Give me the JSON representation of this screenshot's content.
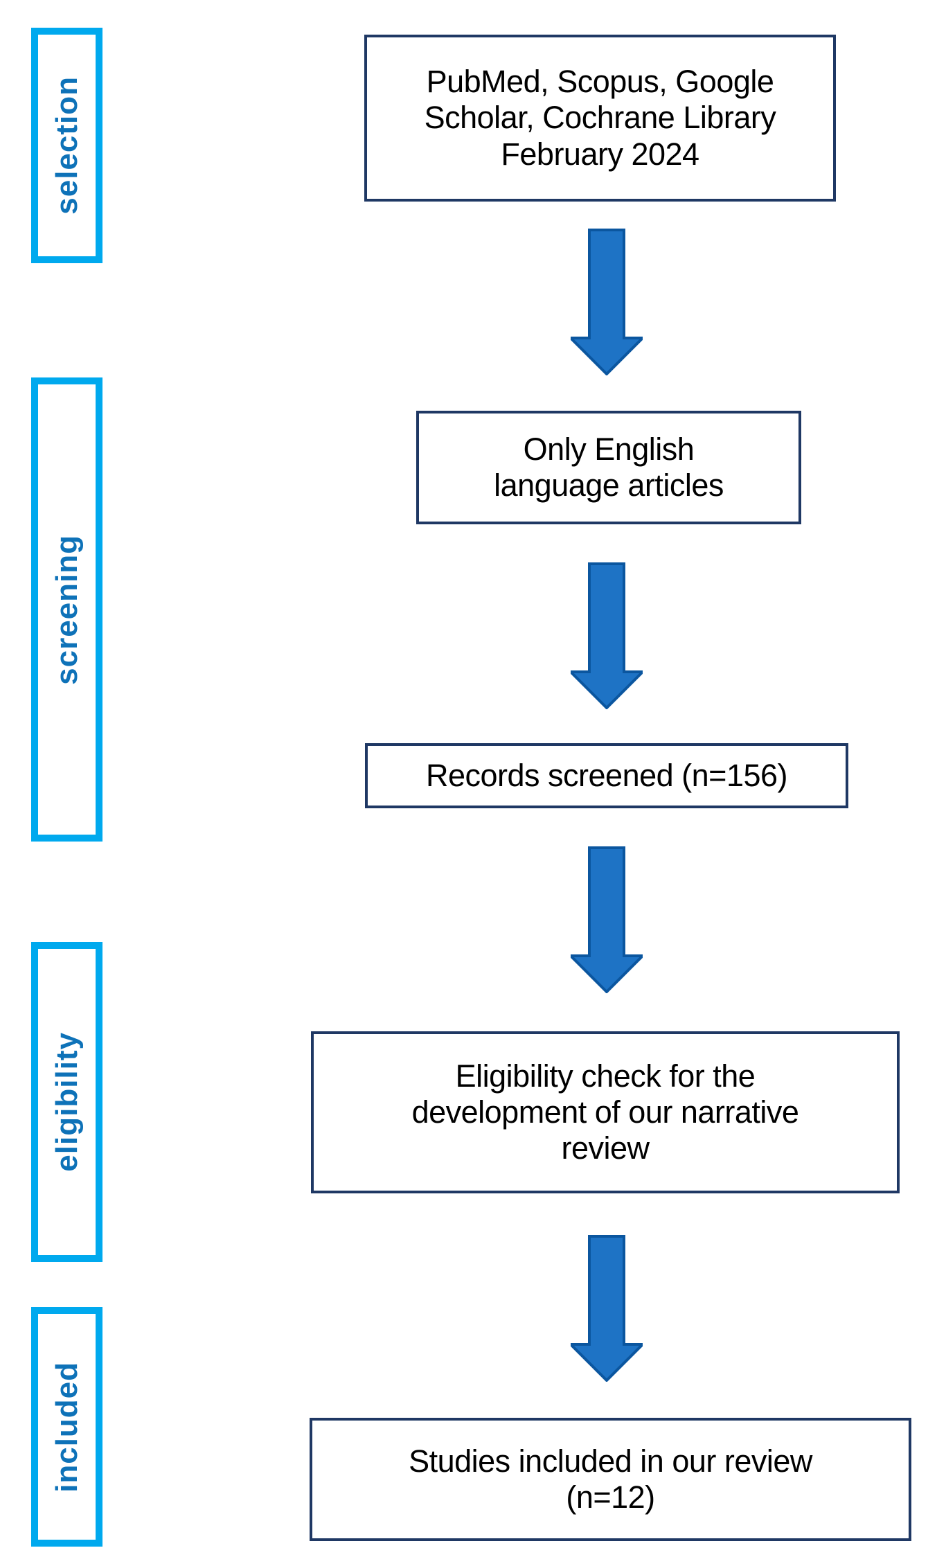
{
  "diagram": {
    "kind": "study-selection-flowchart"
  },
  "stage_labels": [
    {
      "label": "selection"
    },
    {
      "label": "screening"
    },
    {
      "label": "eligibility"
    },
    {
      "label": "included"
    }
  ],
  "flow_boxes": [
    {
      "lines": [
        "PubMed, Scopus, Google",
        "Scholar, Cochrane Library",
        "February 2024"
      ]
    },
    {
      "lines": [
        "Only English",
        "language articles"
      ]
    },
    {
      "lines": [
        "Records screened (n=156)"
      ],
      "n": 156
    },
    {
      "lines": [
        "Eligibility check for the",
        "development of our narrative",
        "review"
      ]
    },
    {
      "lines": [
        "Studies included in our review",
        "(n=12)"
      ],
      "n": 12
    }
  ],
  "colors": {
    "background": "#FFFFFF",
    "stage_border": "#00A9EE",
    "stage_text": "#0E72B8",
    "flow_border": "#1F3864",
    "flow_text": "#000000",
    "arrow_fill": "#1E73C5",
    "arrow_stroke": "#0B569F"
  }
}
